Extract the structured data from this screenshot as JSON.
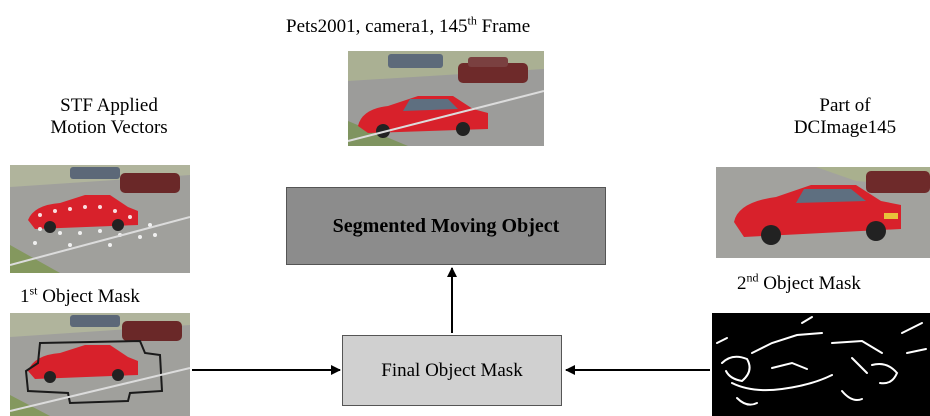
{
  "title": {
    "prefix": "Pets2001, camera1, 145",
    "sup": "th",
    "suffix": " Frame"
  },
  "left_top_label": {
    "line1": "STF Applied",
    "line2": "Motion Vectors"
  },
  "right_top_label": {
    "line1": "Part of",
    "line2": "DCImage145"
  },
  "first_mask_label": {
    "num": "1",
    "sup": "st",
    "text": " Object Mask"
  },
  "second_mask_label": {
    "num": "2",
    "sup": "nd",
    "text": " Object Mask"
  },
  "segmented_box": {
    "label": "Segmented Moving Object",
    "fill": "#8c8c8c"
  },
  "final_box": {
    "label": "Final Object Mask",
    "fill": "#d0d0d0"
  },
  "colors": {
    "car_red": "#d8212b",
    "road_gray": "#9a9a98",
    "grass_green": "#8ea46a"
  }
}
